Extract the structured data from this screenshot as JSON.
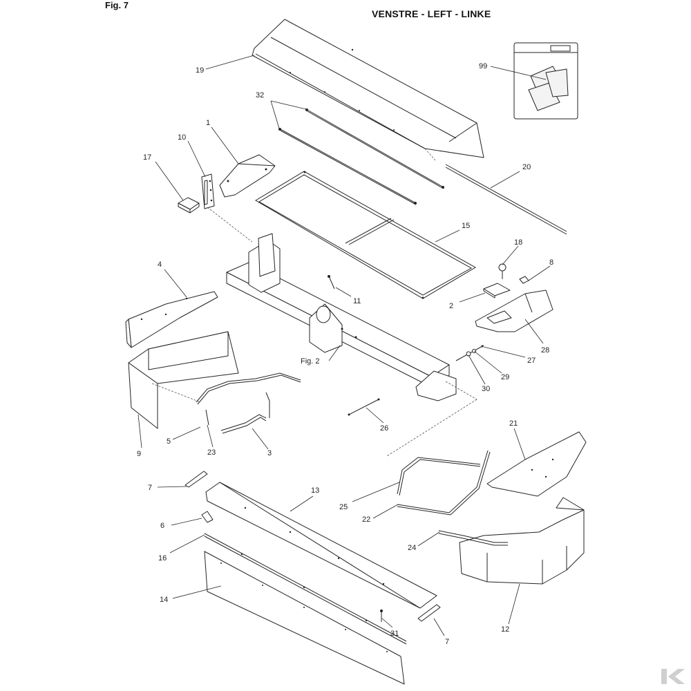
{
  "figure_label": "Fig. 7",
  "title": "VENSTRE - LEFT - LINKE",
  "sub_figure_reference": "Fig. 2",
  "callouts": {
    "c1": "1",
    "c2": "2",
    "c3": "3",
    "c4": "4",
    "c5": "5",
    "c6": "6",
    "c7a": "7",
    "c7b": "7",
    "c8": "8",
    "c9": "9",
    "c10": "10",
    "c11": "11",
    "c12": "12",
    "c13": "13",
    "c14": "14",
    "c15": "15",
    "c16": "16",
    "c17": "17",
    "c18": "18",
    "c19": "19",
    "c20": "20",
    "c21": "21",
    "c22": "22",
    "c23": "23",
    "c24": "24",
    "c25": "25",
    "c26": "26",
    "c27": "27",
    "c28": "28",
    "c29": "29",
    "c30": "30",
    "c31": "31",
    "c32": "32",
    "c99": "99"
  },
  "logo_icon": "kramp-k-logo-icon",
  "colors": {
    "line": "#222222",
    "logo_grey": "#cfcfcf"
  }
}
